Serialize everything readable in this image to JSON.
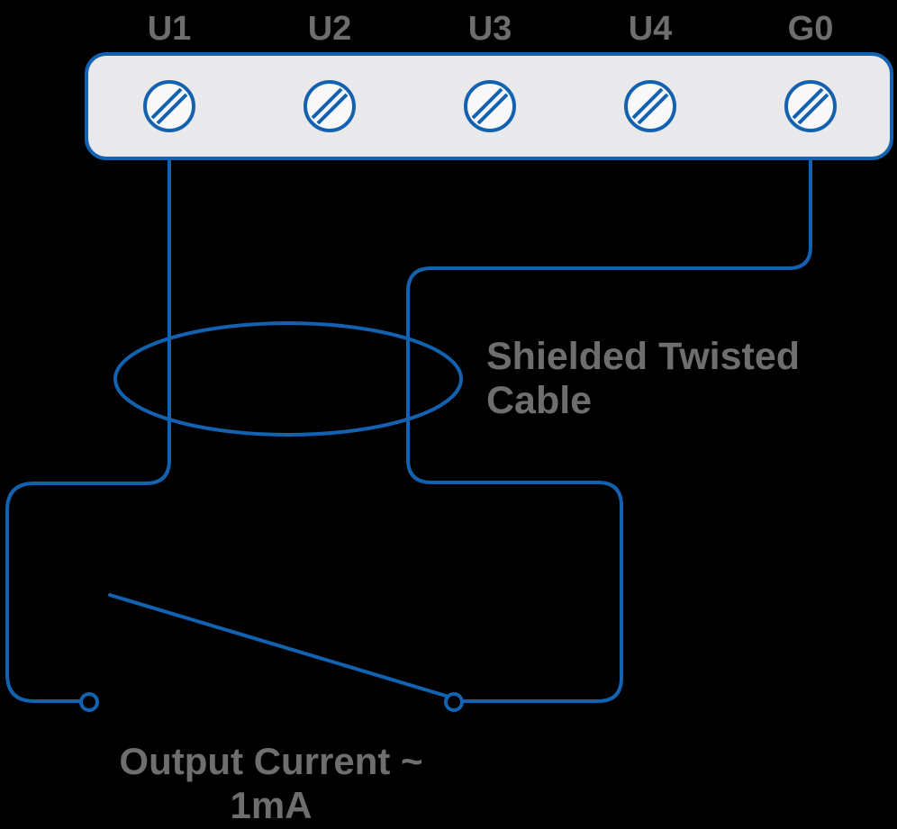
{
  "diagram": {
    "type": "wiring-diagram",
    "terminal_block": {
      "labels": [
        "U1",
        "U2",
        "U3",
        "U4",
        "G0"
      ]
    },
    "cable_label": {
      "line1": "Shielded Twisted",
      "line2": "Cable"
    },
    "output_label": {
      "line1": "Output Current ~",
      "line2": "1mA"
    },
    "colors": {
      "wire": "#1262b1",
      "block-fill": "#e9e9eb",
      "screw-fill": "#f8f8f8",
      "label-text": "#6e6e6e",
      "background": "#000000"
    }
  }
}
